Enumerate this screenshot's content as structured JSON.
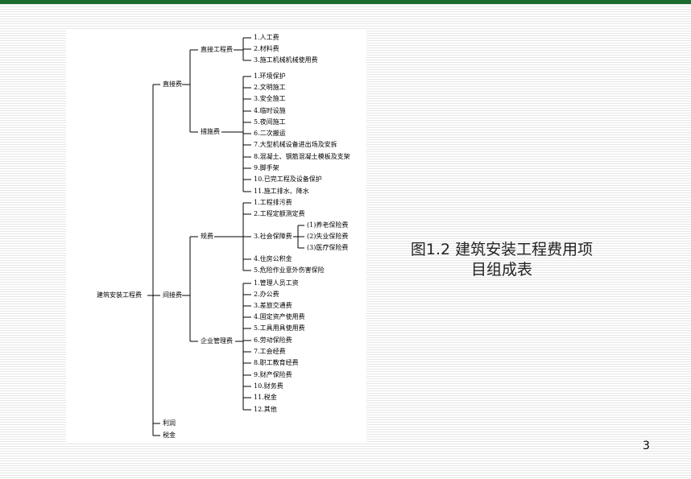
{
  "caption": {
    "line1": "图1.2  建筑安装工程费用项",
    "line2": "目组成表"
  },
  "page_number": "3",
  "tree": {
    "root": "建筑安装工程费",
    "direct": {
      "label": "直接费",
      "engineering": {
        "label": "直接工程费",
        "items": [
          "1.人工费",
          "2.材料费",
          "3.施工机械机械使用费"
        ]
      },
      "measures": {
        "label": "措施费",
        "items": [
          "1.环境保护",
          "2.文明施工",
          "3.安全施工",
          "4.临时设施",
          "5.夜间施工",
          "6.二次搬运",
          "7.大型机械设备进出场及安拆",
          "8.混凝土、钢筋混凝土模板及支架",
          "9.脚手架",
          "10.已完工程及设备保护",
          "11.施工排水、降水"
        ]
      }
    },
    "indirect": {
      "label": "间接费",
      "fees": {
        "label": "规费",
        "items": [
          "1.工程排污费",
          "2.工程定额测定费",
          "3.社会保障费",
          "4.住房公积金",
          "5.危险作业意外伤害保险"
        ],
        "social_security_items": [
          "(1)养老保险费",
          "(2)失业保险费",
          "(3)医疗保险费"
        ]
      },
      "management": {
        "label": "企业管理费",
        "items": [
          "1.管理人员工资",
          "2.办公费",
          "3.差旅交通费",
          "4.固定资产使用费",
          "5.工具用具使用费",
          "6.劳动保险费",
          "7.工会经费",
          "8.职工教育经费",
          "9.财产保险费",
          "10.财务费",
          "11.税金",
          "12.其他"
        ]
      }
    },
    "profit": "利润",
    "tax": "税金"
  }
}
